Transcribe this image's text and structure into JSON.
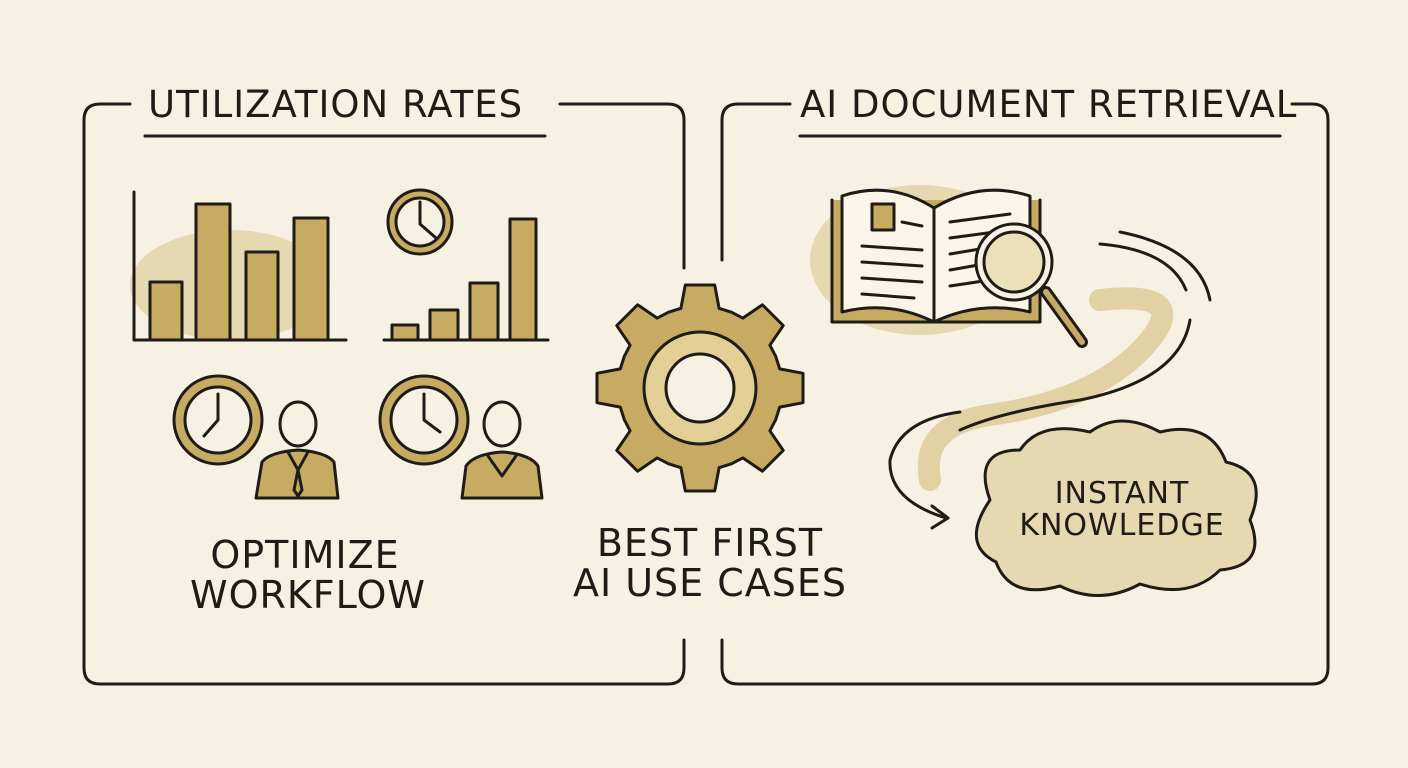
{
  "colors": {
    "background": "#f6f1e3",
    "ink": "#1f1c18",
    "accent_gold": "#c8ab63",
    "accent_wash": "#d9c388"
  },
  "left_panel": {
    "title": "UTILIZATION RATES",
    "caption_line1": "OPTIMIZE",
    "caption_line2": "WORKFLOW",
    "icons": [
      "bar-chart-icon",
      "clock-icon",
      "person-icon"
    ]
  },
  "center": {
    "caption_line1": "BEST FIRST",
    "caption_line2": "AI USE CASES",
    "icon": "gear-icon"
  },
  "right_panel": {
    "title": "AI DOCUMENT RETRIEVAL",
    "cloud_line1": "INSTANT",
    "cloud_line2": "KNOWLEDGE",
    "icons": [
      "open-book-icon",
      "magnifier-icon",
      "cloud-icon"
    ]
  }
}
